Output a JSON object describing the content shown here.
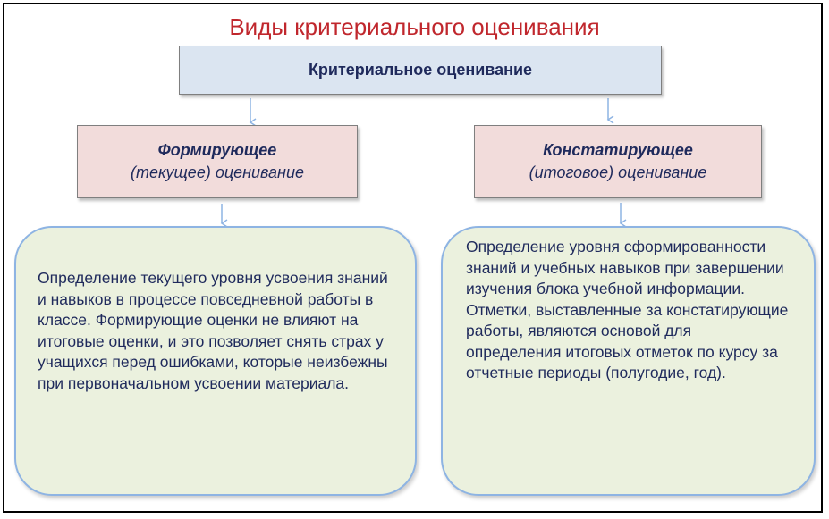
{
  "title": "Виды критериального оценивания",
  "root": {
    "label": "Критериальное оценивание"
  },
  "left": {
    "label_bold": "Формирующее",
    "label_sub": "(текущее) оценивание",
    "description": "Определение текущего уровня усвоения знаний и навыков в процессе повседневной работы в классе. Формирующие оценки не влияют на итоговые оценки, и это позволяет снять страх у учащихся перед ошибками, которые неизбежны при первоначальном усвоении материала."
  },
  "right": {
    "label_bold": "Констатирующее",
    "label_sub": "(итоговое) оценивание",
    "description": "Определение уровня сформированности знаний и учебных навыков при завершении изучения блока учебной информации. Отметки, выставленные за констатирующие работы, являются основой для определения итоговых отметок по курсу за отчетные периоды (полугодие, год)."
  },
  "colors": {
    "title": "#c0272d",
    "root_fill": "#dbe5f1",
    "type_fill": "#f2dcdb",
    "desc_fill": "#ebf1de",
    "desc_border": "#8eb4e3",
    "arrow": "#8eb4e3",
    "text": "#1f2a5c"
  }
}
